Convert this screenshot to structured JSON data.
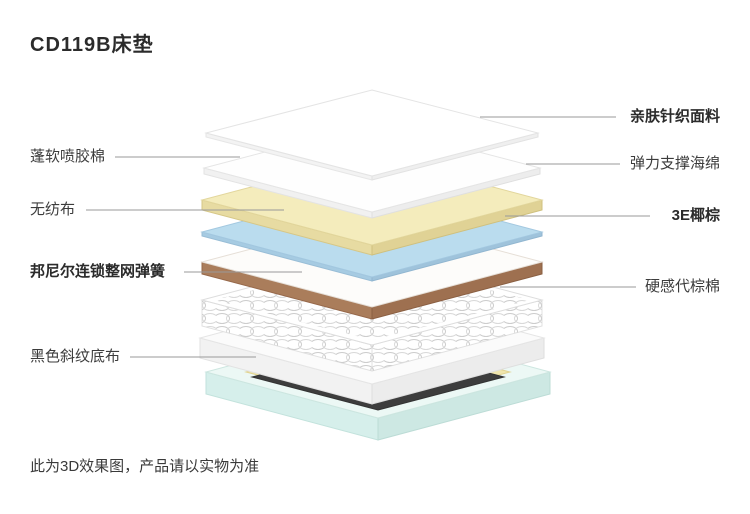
{
  "page": {
    "title": "CD119B床垫",
    "disclaimer": "此为3D效果图，产品请以实物为准"
  },
  "labels": {
    "left": [
      {
        "text": "蓬软喷胶棉"
      },
      {
        "text": "无纺布"
      },
      {
        "text": "邦尼尔连锁整网弹簧"
      },
      {
        "text": "黑色斜纹底布"
      }
    ],
    "right": [
      {
        "text": "亲肤针织面料"
      },
      {
        "text": "弹力支撑海绵"
      },
      {
        "text": "3E椰棕"
      },
      {
        "text": "硬感代棕棉"
      }
    ]
  },
  "colors": {
    "text": "#333333",
    "leader_line": "#999999",
    "top_fabric_white": "#ffffff",
    "sponge_yellow": "#f4ecbc",
    "nonwoven_blue": "#badcee",
    "coir_brown": "#aa7d5b",
    "frame_mint": "#ecf8f5",
    "frame_foam_yellow": "#efe5ad",
    "bottom_black": "#3d3d3d"
  }
}
